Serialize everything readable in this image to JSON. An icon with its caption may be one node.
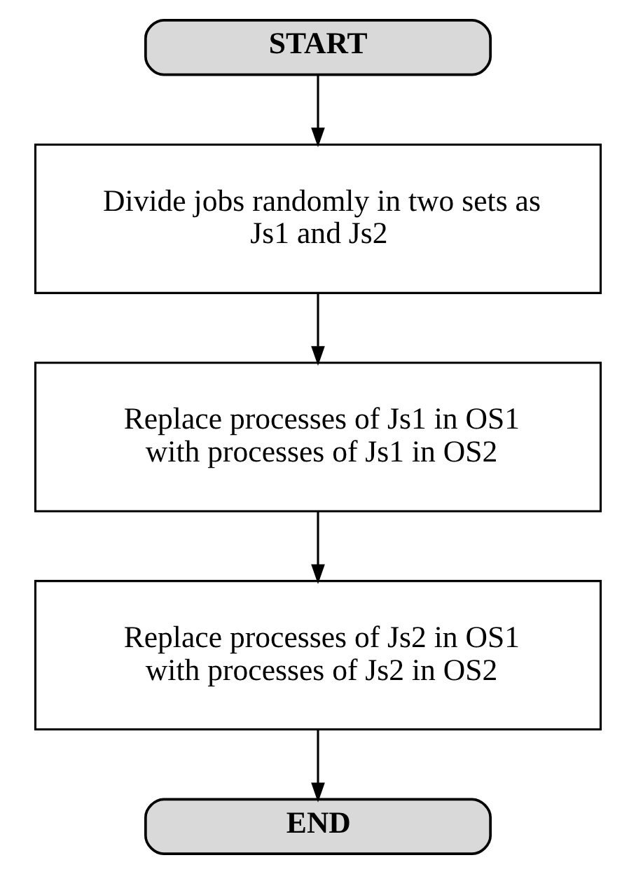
{
  "diagram": {
    "nodes": [
      {
        "text": [
          "START"
        ]
      },
      {
        "text": [
          "Divide jobs randomly in two sets as Js1 and Js2"
        ]
      },
      {
        "text": [
          "Replace processes of Js1 in OS1 with processes of Js1 in OS2"
        ]
      },
      {
        "text": [
          "Replace processes of Js2 in OS1 with processes of Js2 in OS2"
        ]
      },
      {
        "text": [
          "END"
        ]
      }
    ],
    "edges": [
      {
        "from": 0,
        "to": 1,
        "arrow": "to"
      },
      {
        "from": 1,
        "to": 2,
        "arrow": "to"
      },
      {
        "from": 2,
        "to": 3,
        "arrow": "to"
      },
      {
        "from": 3,
        "to": 4,
        "arrow": "to"
      }
    ]
  }
}
